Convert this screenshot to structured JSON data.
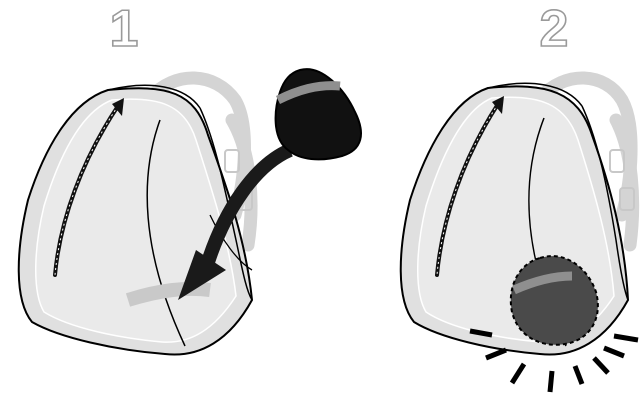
{
  "steps": [
    {
      "number": "1",
      "action": "insert-pouch"
    },
    {
      "number": "2",
      "action": "pouch-seated"
    }
  ],
  "colors": {
    "bag_fill": "#e0e0e0",
    "bag_inner": "#ececec",
    "outline": "#000000",
    "ghost_strap": "#d4d4d4",
    "pouch_dark": "#111111",
    "pouch_band": "#8f8f8f",
    "arrow_dark": "#1a1a1a",
    "arrow_light": "#c9c9c9",
    "number_stroke": "#9a9a9a"
  },
  "icons": [
    "zipper-icon",
    "pouch-icon",
    "insert-arrow-icon",
    "snap-burst-icon"
  ]
}
